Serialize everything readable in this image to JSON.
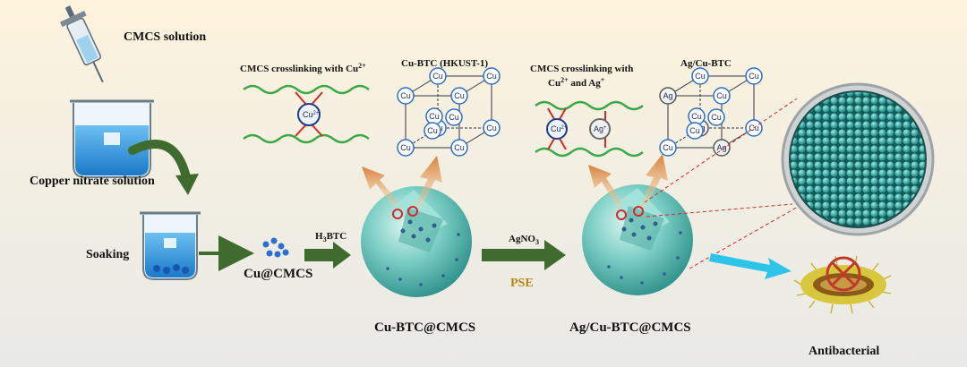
{
  "labels": {
    "cmcs_solution": "CMCS solution",
    "copper_nitrate": "Copper nitrate solution",
    "soaking": "Soaking",
    "cu_cmcs": "Cu@CMCS",
    "h3btc_h": "H",
    "h3btc_sub": "3",
    "h3btc_rest": "BTC",
    "agno3_main": "AgNO",
    "agno3_sub": "3",
    "pse": "PSE",
    "cu_btc_cmcs": "Cu-BTC@CMCS",
    "ag_cu_btc_cmcs": "Ag/Cu-BTC@CMCS",
    "antibacterial": "Antibacterial",
    "crosslink1_main": "CMCS crosslinking with Cu",
    "crosslink1_sup": "2+",
    "crosslink2_line1": "CMCS crosslinking with",
    "crosslink2_cu": "Cu",
    "crosslink2_cu_sup": "2+",
    "crosslink2_and": " and Ag",
    "crosslink2_ag_sup": "+",
    "hkust_title": "Cu-BTC (HKUST-1)",
    "agcu_title": "Ag/Cu-BTC",
    "cu_ion_main": "Cu",
    "cu_ion_sup": "2+",
    "ag_ion_main": "Ag",
    "ag_ion_sup": "+"
  },
  "lattice1_nodes": [
    "Cu",
    "Cu",
    "Cu",
    "Cu",
    "Cu",
    "Cu",
    "Cu",
    "Cu",
    "Cu",
    "Cu",
    "Cu"
  ],
  "lattice2_nodes": [
    "Ag",
    "Cu",
    "Cu",
    "Ag",
    "Cu",
    "Cu",
    "Ag",
    "Cu",
    "Cu",
    "Cu",
    "Cu"
  ],
  "colors": {
    "arrow_green": "#3f6b2e",
    "pse_text": "#b8860b",
    "bead": "#2aa5a0",
    "chain": "#3aa845",
    "crosslink": "#d62828",
    "node_ring": "#2e6fc4"
  },
  "icons": [
    "syringe-icon",
    "beaker-icon",
    "curved-arrow-icon",
    "bead-sphere-icon",
    "petri-dish-icon",
    "bacteria-icon",
    "no-symbol-icon"
  ]
}
